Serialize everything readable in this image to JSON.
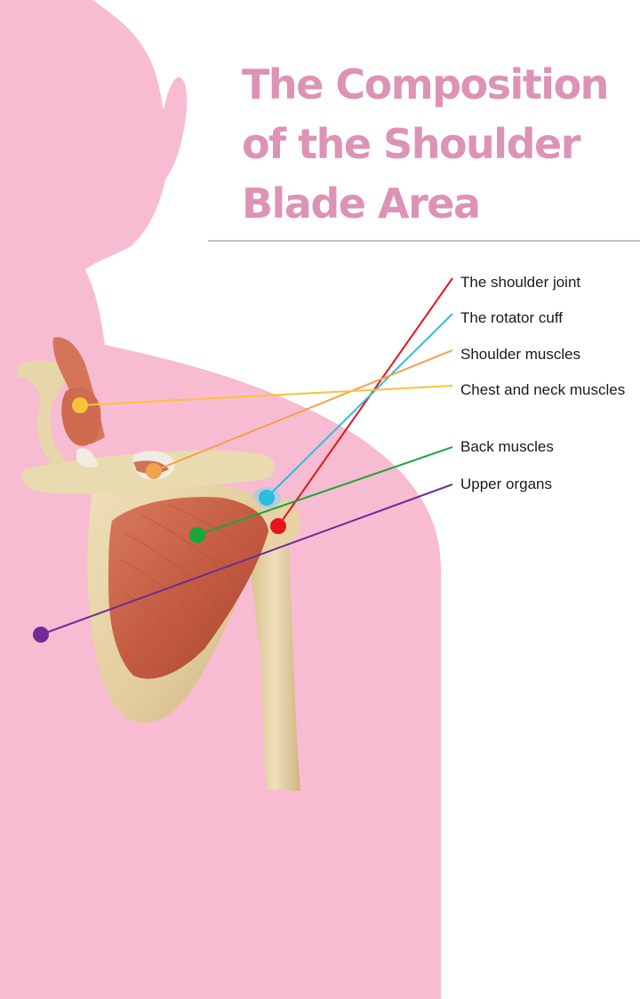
{
  "title": {
    "lines": [
      "The Composition",
      "of the Shoulder",
      "Blade Area"
    ]
  },
  "colors": {
    "background": "#ffffff",
    "silhouette": "#f7bcd1",
    "title": "#dc93b6",
    "divider": "#9a9a9a",
    "bone": "#e6d2a6",
    "muscle": "#c9664a",
    "tendon": "#f1ece2",
    "cartilage": "#a9cde6"
  },
  "callouts": [
    {
      "id": "shoulder-joint",
      "label": "The shoulder joint",
      "color": "#e8141c"
    },
    {
      "id": "rotator-cuff",
      "label": "The rotator cuff",
      "color": "#2bbde0"
    },
    {
      "id": "shoulder-muscles",
      "label": "Shoulder muscles",
      "color": "#f3a14a"
    },
    {
      "id": "chest-neck-muscles",
      "label": "Chest and neck muscles",
      "color": "#f8c23a"
    },
    {
      "id": "back-muscles",
      "label": "Back muscles",
      "color": "#1aa539"
    },
    {
      "id": "upper-organs",
      "label": "Upper organs",
      "color": "#6f2c96"
    }
  ]
}
